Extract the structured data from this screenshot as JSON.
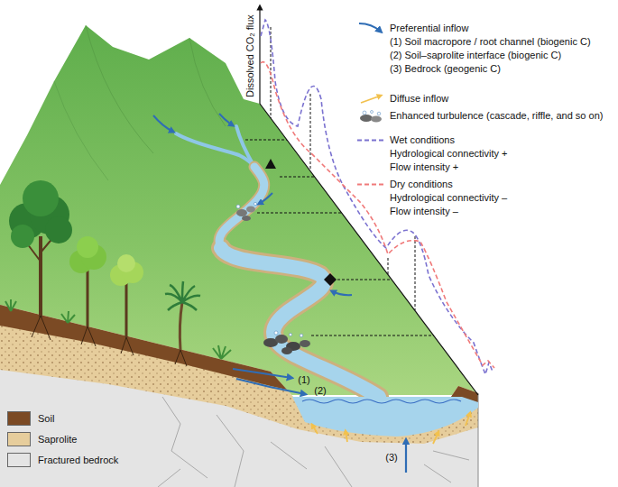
{
  "diagram": {
    "labels": [
      "Dissolved CO₂ flux",
      "(1)",
      "(2)",
      "(3)"
    ],
    "legend": [
      {
        "text": "Preferential inflow"
      },
      {
        "text": "(1) Soil macropore / root channel (biogenic C)"
      },
      {
        "text": "(2) Soil–saprolite interface (biogenic C)"
      },
      {
        "text": "(3) Bedrock (geogenic C)"
      },
      {
        "text": "Diffuse inflow"
      },
      {
        "text": "Enhanced turbulence (cascade, riffle, and so on)"
      },
      {
        "text": "Wet conditions"
      },
      {
        "text": "Hydrological connectivity +"
      },
      {
        "text": "Flow intensity +"
      },
      {
        "text": "Dry conditions"
      },
      {
        "text": "Hydrological connectivity –"
      },
      {
        "text": "Flow intensity –"
      },
      {
        "text": "Soil",
        "color": "#7b4a24"
      },
      {
        "text": "Saprolite",
        "color": "#e6cd9c"
      },
      {
        "text": "Fractured bedrock",
        "color": "#e4e4e4"
      }
    ]
  }
}
